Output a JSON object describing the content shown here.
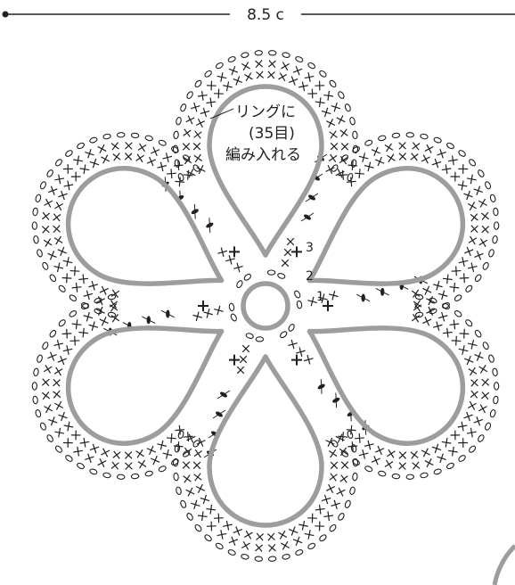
{
  "dimension": {
    "label": "8.5 c"
  },
  "callout": {
    "line1": "リングに",
    "line2": "(35目)",
    "line3": "編み入れる"
  },
  "round_numbers": [
    "3",
    "2",
    "1"
  ],
  "symbols": {
    "single_crochet": "×",
    "chain": "○",
    "increase": "+"
  },
  "colors": {
    "ink": "#231f20",
    "ring": "#9d9d9d"
  }
}
